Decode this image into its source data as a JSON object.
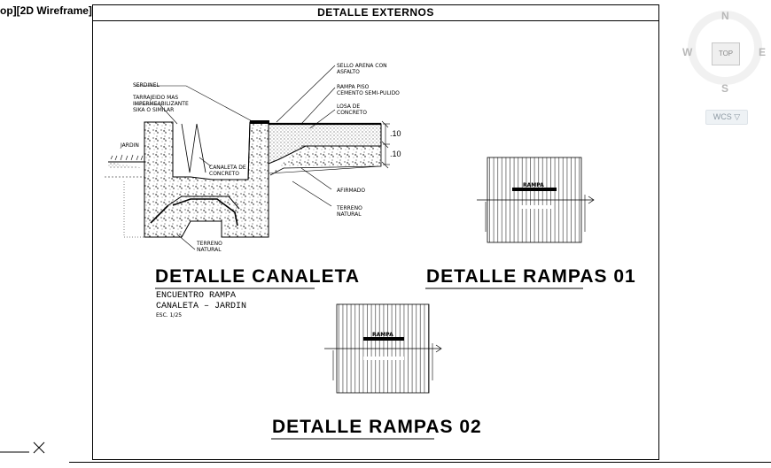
{
  "viewport": {
    "label": "op][2D Wireframe]"
  },
  "sheet": {
    "title": "DETALLE EXTERNOS"
  },
  "details": {
    "canaleta": {
      "title": "DETALLE  CANALETA",
      "sub1": "ENCUENTRO RAMPA",
      "sub2": "CANALETA  –  JARDIN",
      "scale": "ESC. 1/25"
    },
    "rampas01": {
      "title": "DETALLE  RAMPAS 01"
    },
    "rampas02": {
      "title": "DETALLE  RAMPAS 02"
    }
  },
  "annotations": {
    "serdinel": "SERDINEL",
    "tarrajeo": [
      "TARRAJEIDO MAS",
      "IMPERMEABILIZANTE",
      "SIKA O SIMILAR"
    ],
    "jardin": "JARDIN",
    "canaleta": [
      "CANALETA DE",
      "CONCRETO"
    ],
    "sello": [
      "SELLO ARENA CON",
      "ASFALTO"
    ],
    "rampa_piso": [
      "RAMPA PISO",
      "CEMENTO SEMI-PULIDO"
    ],
    "losa": [
      "LOSA DE",
      "CONCRETO"
    ],
    "afirmado": "AFIRMADO",
    "terreno_der": [
      "TERRENO",
      "NATURAL"
    ],
    "terreno_izq": [
      "TERRENO",
      "NATURAL"
    ],
    "dim1": ".10",
    "dim2": ".10",
    "rampa_label_01": "RAMPA",
    "rampa_label_02": "RAMPA"
  },
  "viewcube": {
    "face": "TOP",
    "north": "N",
    "south": "S",
    "east": "E",
    "west": "W",
    "wcs": "WCS ▽"
  },
  "colors": {
    "drawing_ink": "#000000",
    "background": "#ffffff",
    "viewcube": "#b8b8b8"
  }
}
